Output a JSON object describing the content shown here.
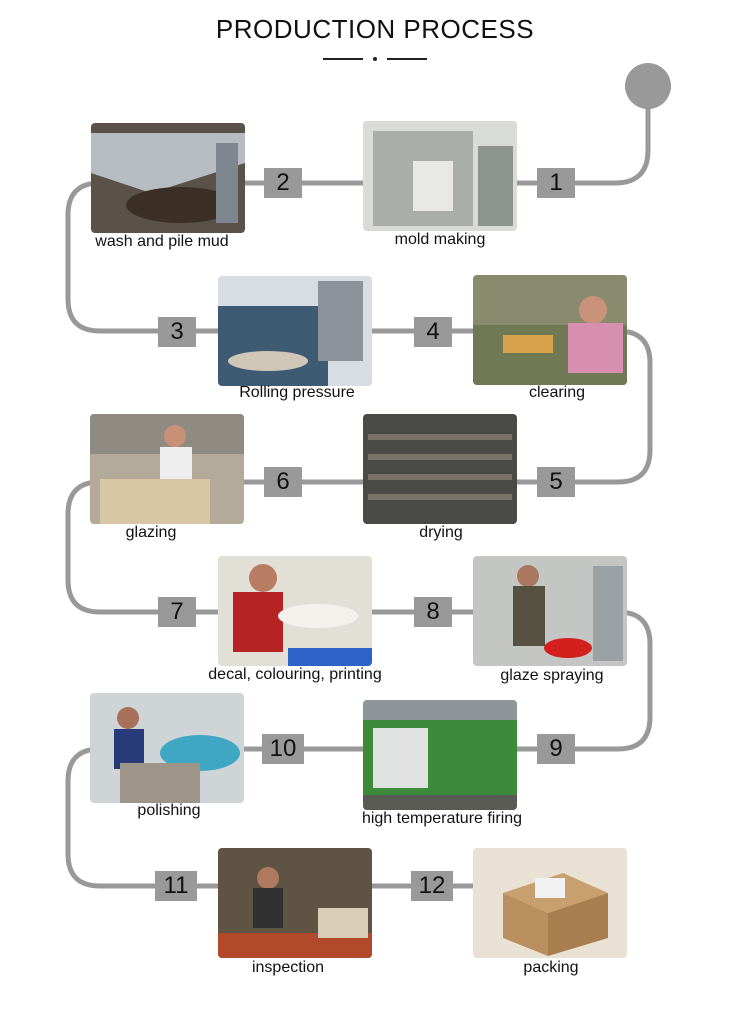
{
  "title": "PRODUCTION PROCESS",
  "colors": {
    "connector": "#999999",
    "badge": "#999999",
    "text": "#111111"
  },
  "steps": [
    {
      "number": "1",
      "label": "mold making"
    },
    {
      "number": "2",
      "label": "wash and pile mud"
    },
    {
      "number": "3",
      "label": "Rolling pressure"
    },
    {
      "number": "4",
      "label": "clearing"
    },
    {
      "number": "5",
      "label": "drying"
    },
    {
      "number": "6",
      "label": "glazing"
    },
    {
      "number": "7",
      "label": "decal, colouring, printing"
    },
    {
      "number": "8",
      "label": "glaze spraying"
    },
    {
      "number": "9",
      "label": "high temperature firing"
    },
    {
      "number": "10",
      "label": "polishing"
    },
    {
      "number": "11",
      "label": "inspection"
    },
    {
      "number": "12",
      "label": "packing"
    }
  ]
}
